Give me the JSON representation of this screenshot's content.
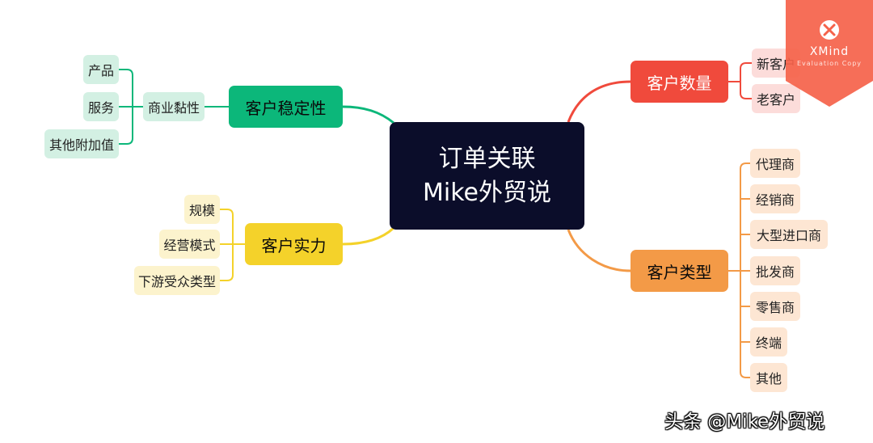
{
  "central": {
    "line1": "订单关联",
    "line2": "Mike外贸说"
  },
  "branches": {
    "stability": {
      "label": "客户稳定性",
      "mid": "商业黏性",
      "items": [
        "产品",
        "服务",
        "其他附加值"
      ]
    },
    "strength": {
      "label": "客户实力",
      "items": [
        "规模",
        "经营模式",
        "下游受众类型"
      ]
    },
    "quantity": {
      "label": "客户数量",
      "items": [
        "新客户",
        "老客户"
      ]
    },
    "type": {
      "label": "客户类型",
      "items": [
        "代理商",
        "经销商",
        "大型进口商",
        "批发商",
        "零售商",
        "终端",
        "其他"
      ]
    }
  },
  "badge": {
    "title": "XMind",
    "subtitle": "Evaluation Copy",
    "icon": "xmind-logo-icon"
  },
  "watermark": "头条 @Mike外贸说",
  "colors": {
    "green": "#0cb77a",
    "yellow": "#f4d22a",
    "red": "#f04a3c",
    "orange": "#f39a47",
    "central": "#0b0d2a",
    "badge": "#f5624a"
  }
}
